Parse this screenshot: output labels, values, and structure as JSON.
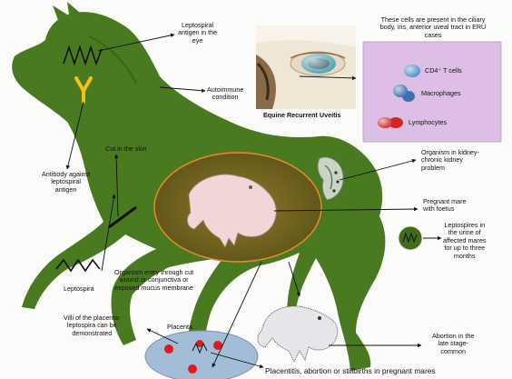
{
  "diagram": {
    "photo_caption": "Equine Recurrent Uveitis",
    "cells_box": {
      "heading": [
        "These cells are present in the ciliary",
        "body, iris, anterior uveal tract in ERU",
        "cases"
      ],
      "items": [
        {
          "label": "CD4⁺ T cells",
          "color": "#4a90c8"
        },
        {
          "label": "Macrophages",
          "color": "#3d6fae"
        },
        {
          "label": "Lymphocytes",
          "color": "#d4262a"
        }
      ]
    },
    "labels": {
      "antigen_eye": [
        "Leptospiral",
        "antigen in the",
        "eye"
      ],
      "autoimmune": [
        "Autoimmune",
        "condition"
      ],
      "antibody": [
        "Antibody against",
        "leptospiral",
        "antigen"
      ],
      "cut_skin": "Cut in the skin",
      "kidney": [
        "Organism in kidney-",
        "chronic kidney",
        "problem"
      ],
      "pregnant": [
        "Pregnant mare",
        "with foetus"
      ],
      "urine": [
        "Leptospires in",
        "the urine of",
        "affected mares",
        "for up to three",
        "months"
      ],
      "leptospira": "Leptospira",
      "entry": [
        "Organism entry through cut",
        "wound or conjunctiva or",
        "exposed mucus membrane"
      ],
      "villi": [
        "Villi of the placenta-",
        "leptospira can be",
        "demonstrated"
      ],
      "placenta": "Placenta",
      "abortion": [
        "Abortion in the",
        "late stage-",
        "common"
      ],
      "placentitis": "Placentitis, abortion or stillbirths in pregnant mares"
    },
    "colors": {
      "horse_body": "#4a7a1f",
      "cells_box": "#ddbfe6",
      "uterus": "#6a5e20",
      "placenta": "#a3bcd8",
      "placenta_dot": "#e01b1b",
      "antibody": "#f2c21c"
    },
    "icons": [
      "horse-silhouette",
      "eye-photo",
      "antibody-y-icon",
      "leptospira-spiral",
      "kidney-icon",
      "foetus-image",
      "aborted-foetus-image"
    ]
  }
}
